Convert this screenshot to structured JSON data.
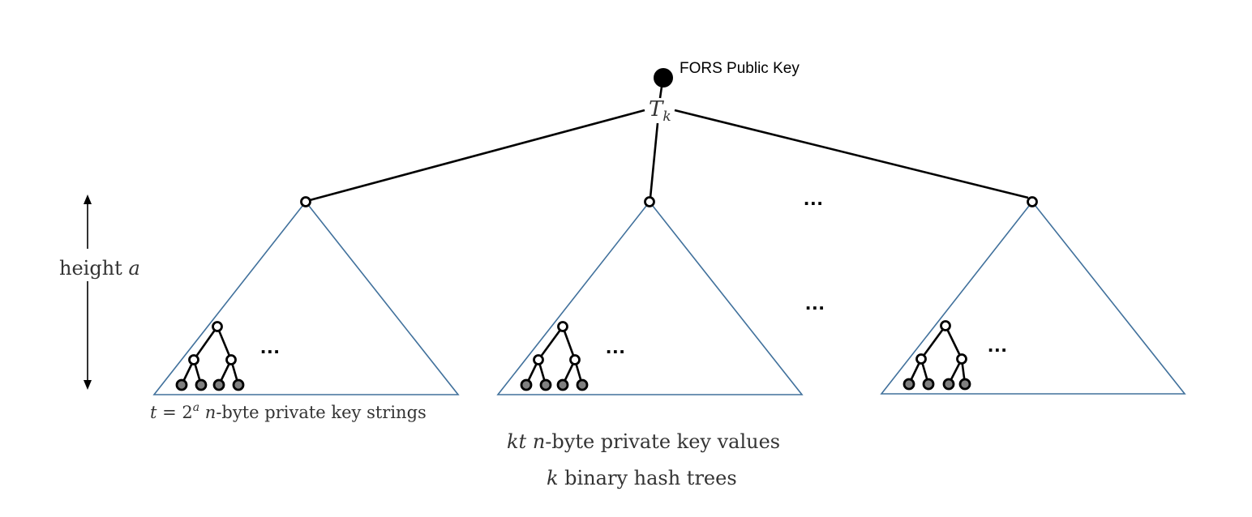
{
  "root": {
    "public_key_label": "FORS Public Key",
    "tk_base": "T",
    "tk_sub": "k"
  },
  "height_label": {
    "text": "height ",
    "var": "a"
  },
  "ellipsis": "...",
  "left_tree_caption": {
    "t": "t",
    "eq": " = 2",
    "exp": "a",
    "n": " n",
    "rest": "-byte private key strings"
  },
  "bottom_captions": {
    "line1_var": "kt n",
    "line1_text": "-byte private key values",
    "line2_var": "k",
    "line2_text": " binary hash trees"
  },
  "colors": {
    "triangle_stroke": "#41719c",
    "leaf_fill": "#808080",
    "text": "#333333"
  }
}
